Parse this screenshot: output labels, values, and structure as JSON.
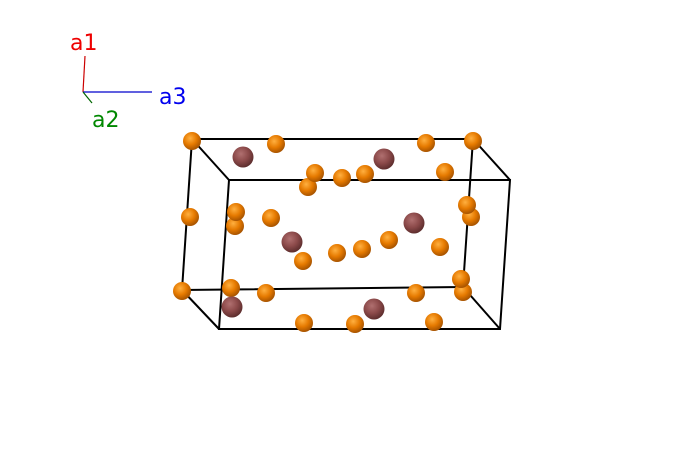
{
  "axes": {
    "a1": {
      "label": "a1",
      "color": "#ee0000"
    },
    "a2": {
      "label": "a2",
      "color": "#008800"
    },
    "a3": {
      "label": "a3",
      "color": "#0000ee"
    }
  },
  "atoms": {
    "species_a_color": "#e67a00",
    "species_b_color": "#8c4a4a"
  }
}
